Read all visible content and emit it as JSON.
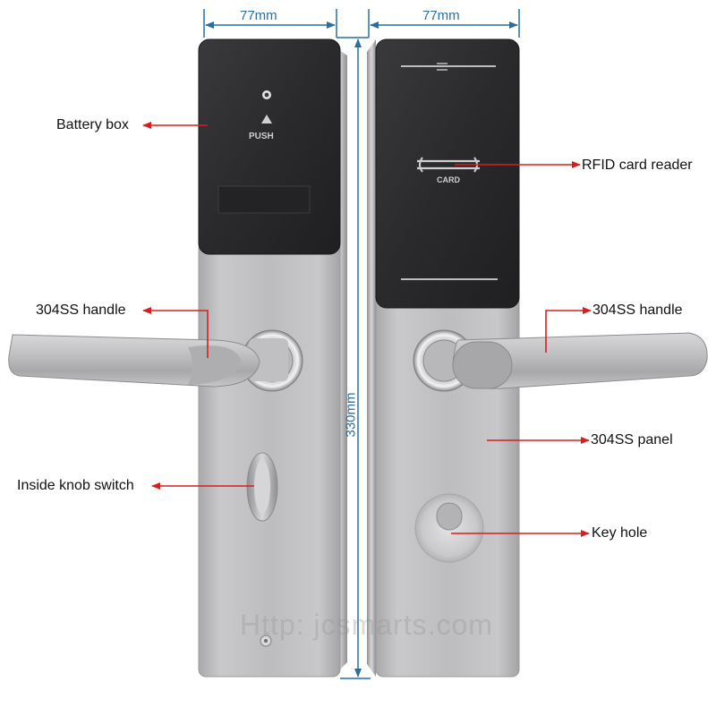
{
  "dimensions": {
    "left_width": "77mm",
    "right_width": "77mm",
    "height": "330mm"
  },
  "lock_markings": {
    "push": "PUSH",
    "card": "CARD"
  },
  "callouts": {
    "battery_box": "Battery box",
    "rfid_card_reader": "RFID card reader",
    "handle_left": "304SS handle",
    "handle_right": "304SS handle",
    "panel": "304SS panel",
    "inside_knob_switch": "Inside knob switch",
    "key_hole": "Key hole"
  },
  "watermark": "Http: jcsmarts.com",
  "colors": {
    "arrow": "#d42020",
    "dimension": "#2a6fa0",
    "panel_black": "#2b2b2e",
    "steel": "#b9b9bb"
  }
}
